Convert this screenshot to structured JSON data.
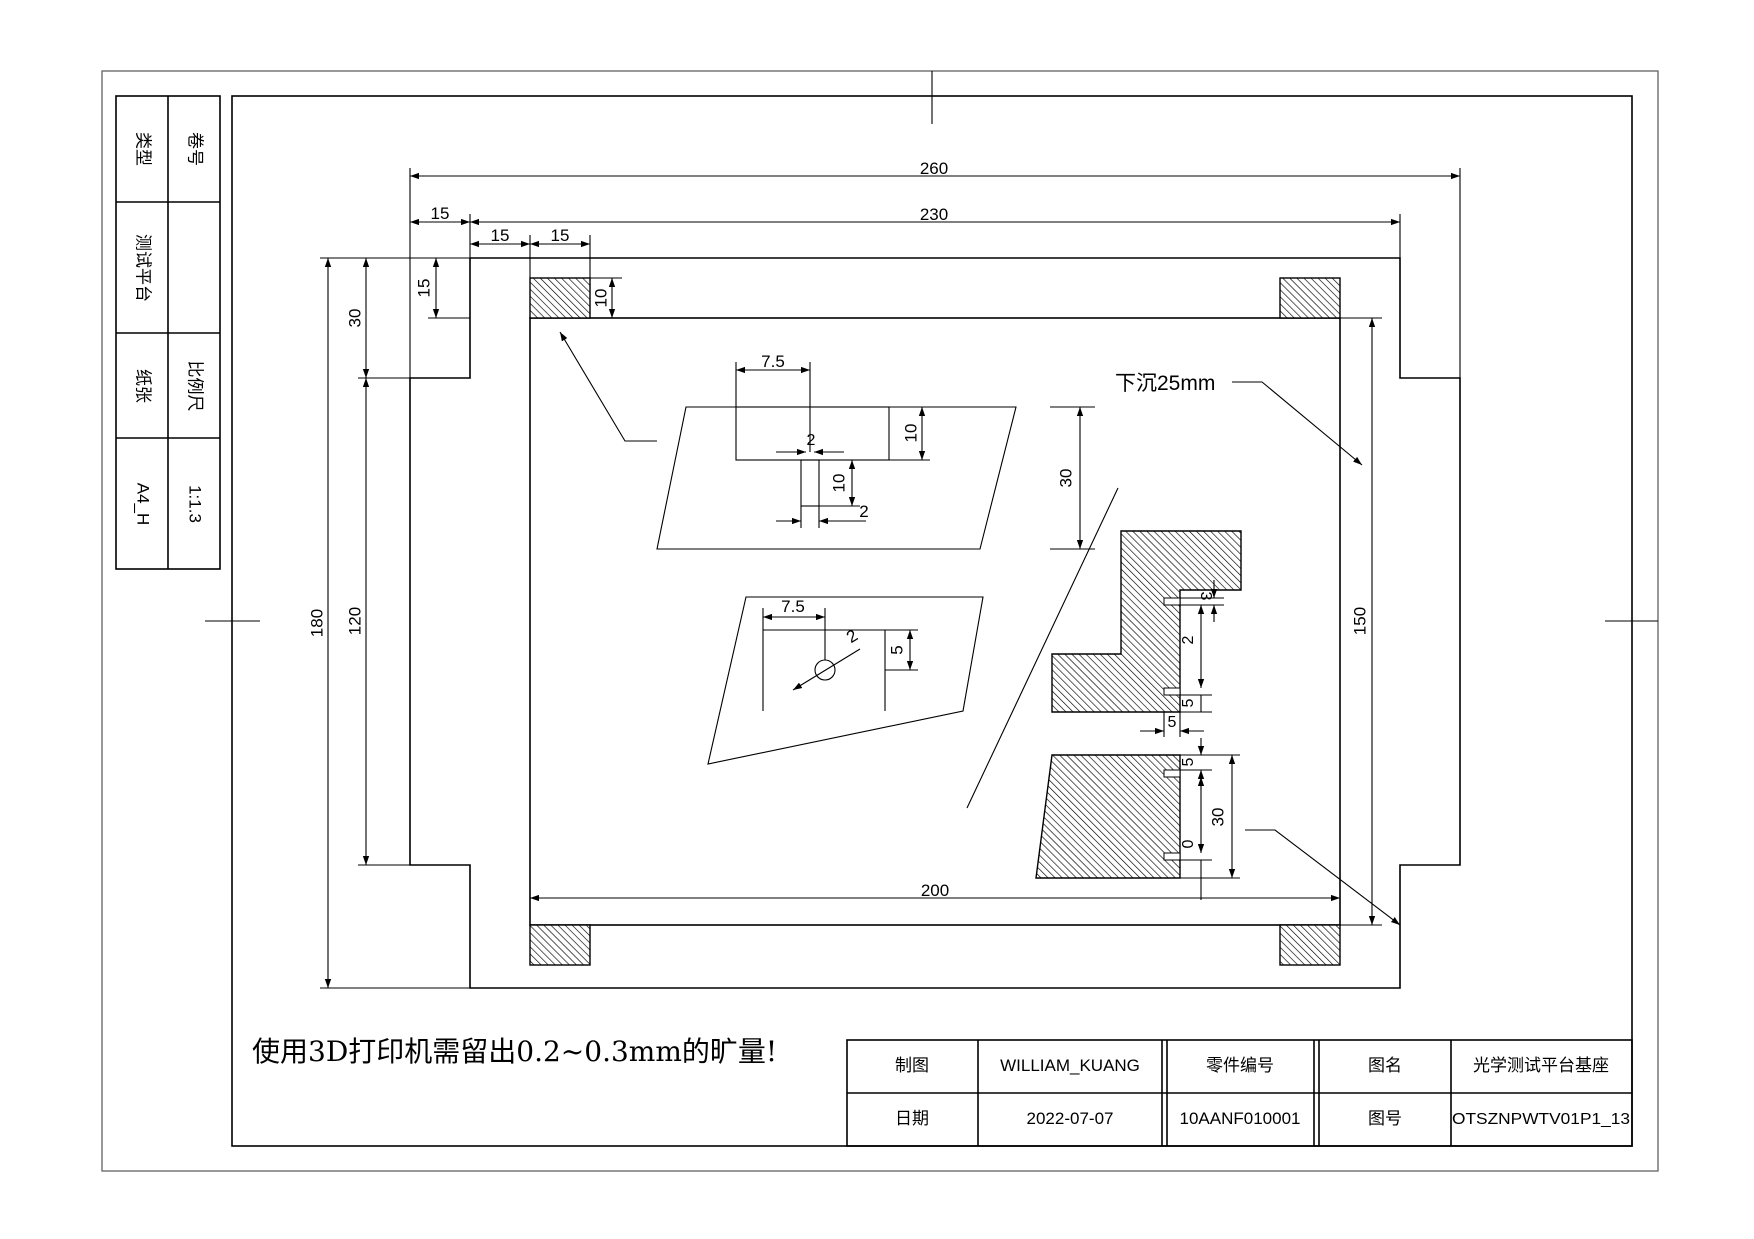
{
  "dimensions": {
    "overall_width": "260",
    "inner_width": "230",
    "bottom_width": "200",
    "left_offset": "15",
    "offset_a": "15",
    "offset_b": "15",
    "corner_small": "15",
    "corner_block": "10",
    "total_height": "180",
    "left_step": "30",
    "left_span": "120",
    "right_height": "150",
    "slot1_width": "7.5",
    "slot1_height": "10",
    "slot1_gap": "2",
    "slot1_stem": "10",
    "slot1_stem_width": "2",
    "tab_height": "30",
    "slot2_width": "7.5",
    "slot2_hole": "2",
    "slot2_height": "5",
    "rack_gap_small": "3",
    "rack_gap_a": "2",
    "rack_gap_b": "5",
    "rack_gap_c": "5",
    "rack_gap_d": "5",
    "rack_lower_height": "30",
    "rack_lower_gap": "0"
  },
  "annotation": {
    "sink_label": "下沉25mm",
    "printer_note": "使用3D打印机需留出0.2~0.3mm的旷量!"
  },
  "left_block": {
    "r1": {
      "label": "卷号",
      "value": "类型"
    },
    "r2": {
      "label": "",
      "value": "测试平台"
    },
    "r3": {
      "label": "比例尺",
      "value": "纸张"
    },
    "r4": {
      "label": "1:1.3",
      "value": "A4_H"
    }
  },
  "title_block": {
    "draw_label": "制图",
    "draw_value": "WILLIAM_KUANG",
    "part_label": "零件编号",
    "name_label": "图名",
    "name_value": "光学测试平台基座",
    "date_label": "日期",
    "date_value": "2022-07-07",
    "part_value": "10AANF010001",
    "number_label": "图号",
    "number_value": "OTSZNPWTV01P1_13"
  }
}
